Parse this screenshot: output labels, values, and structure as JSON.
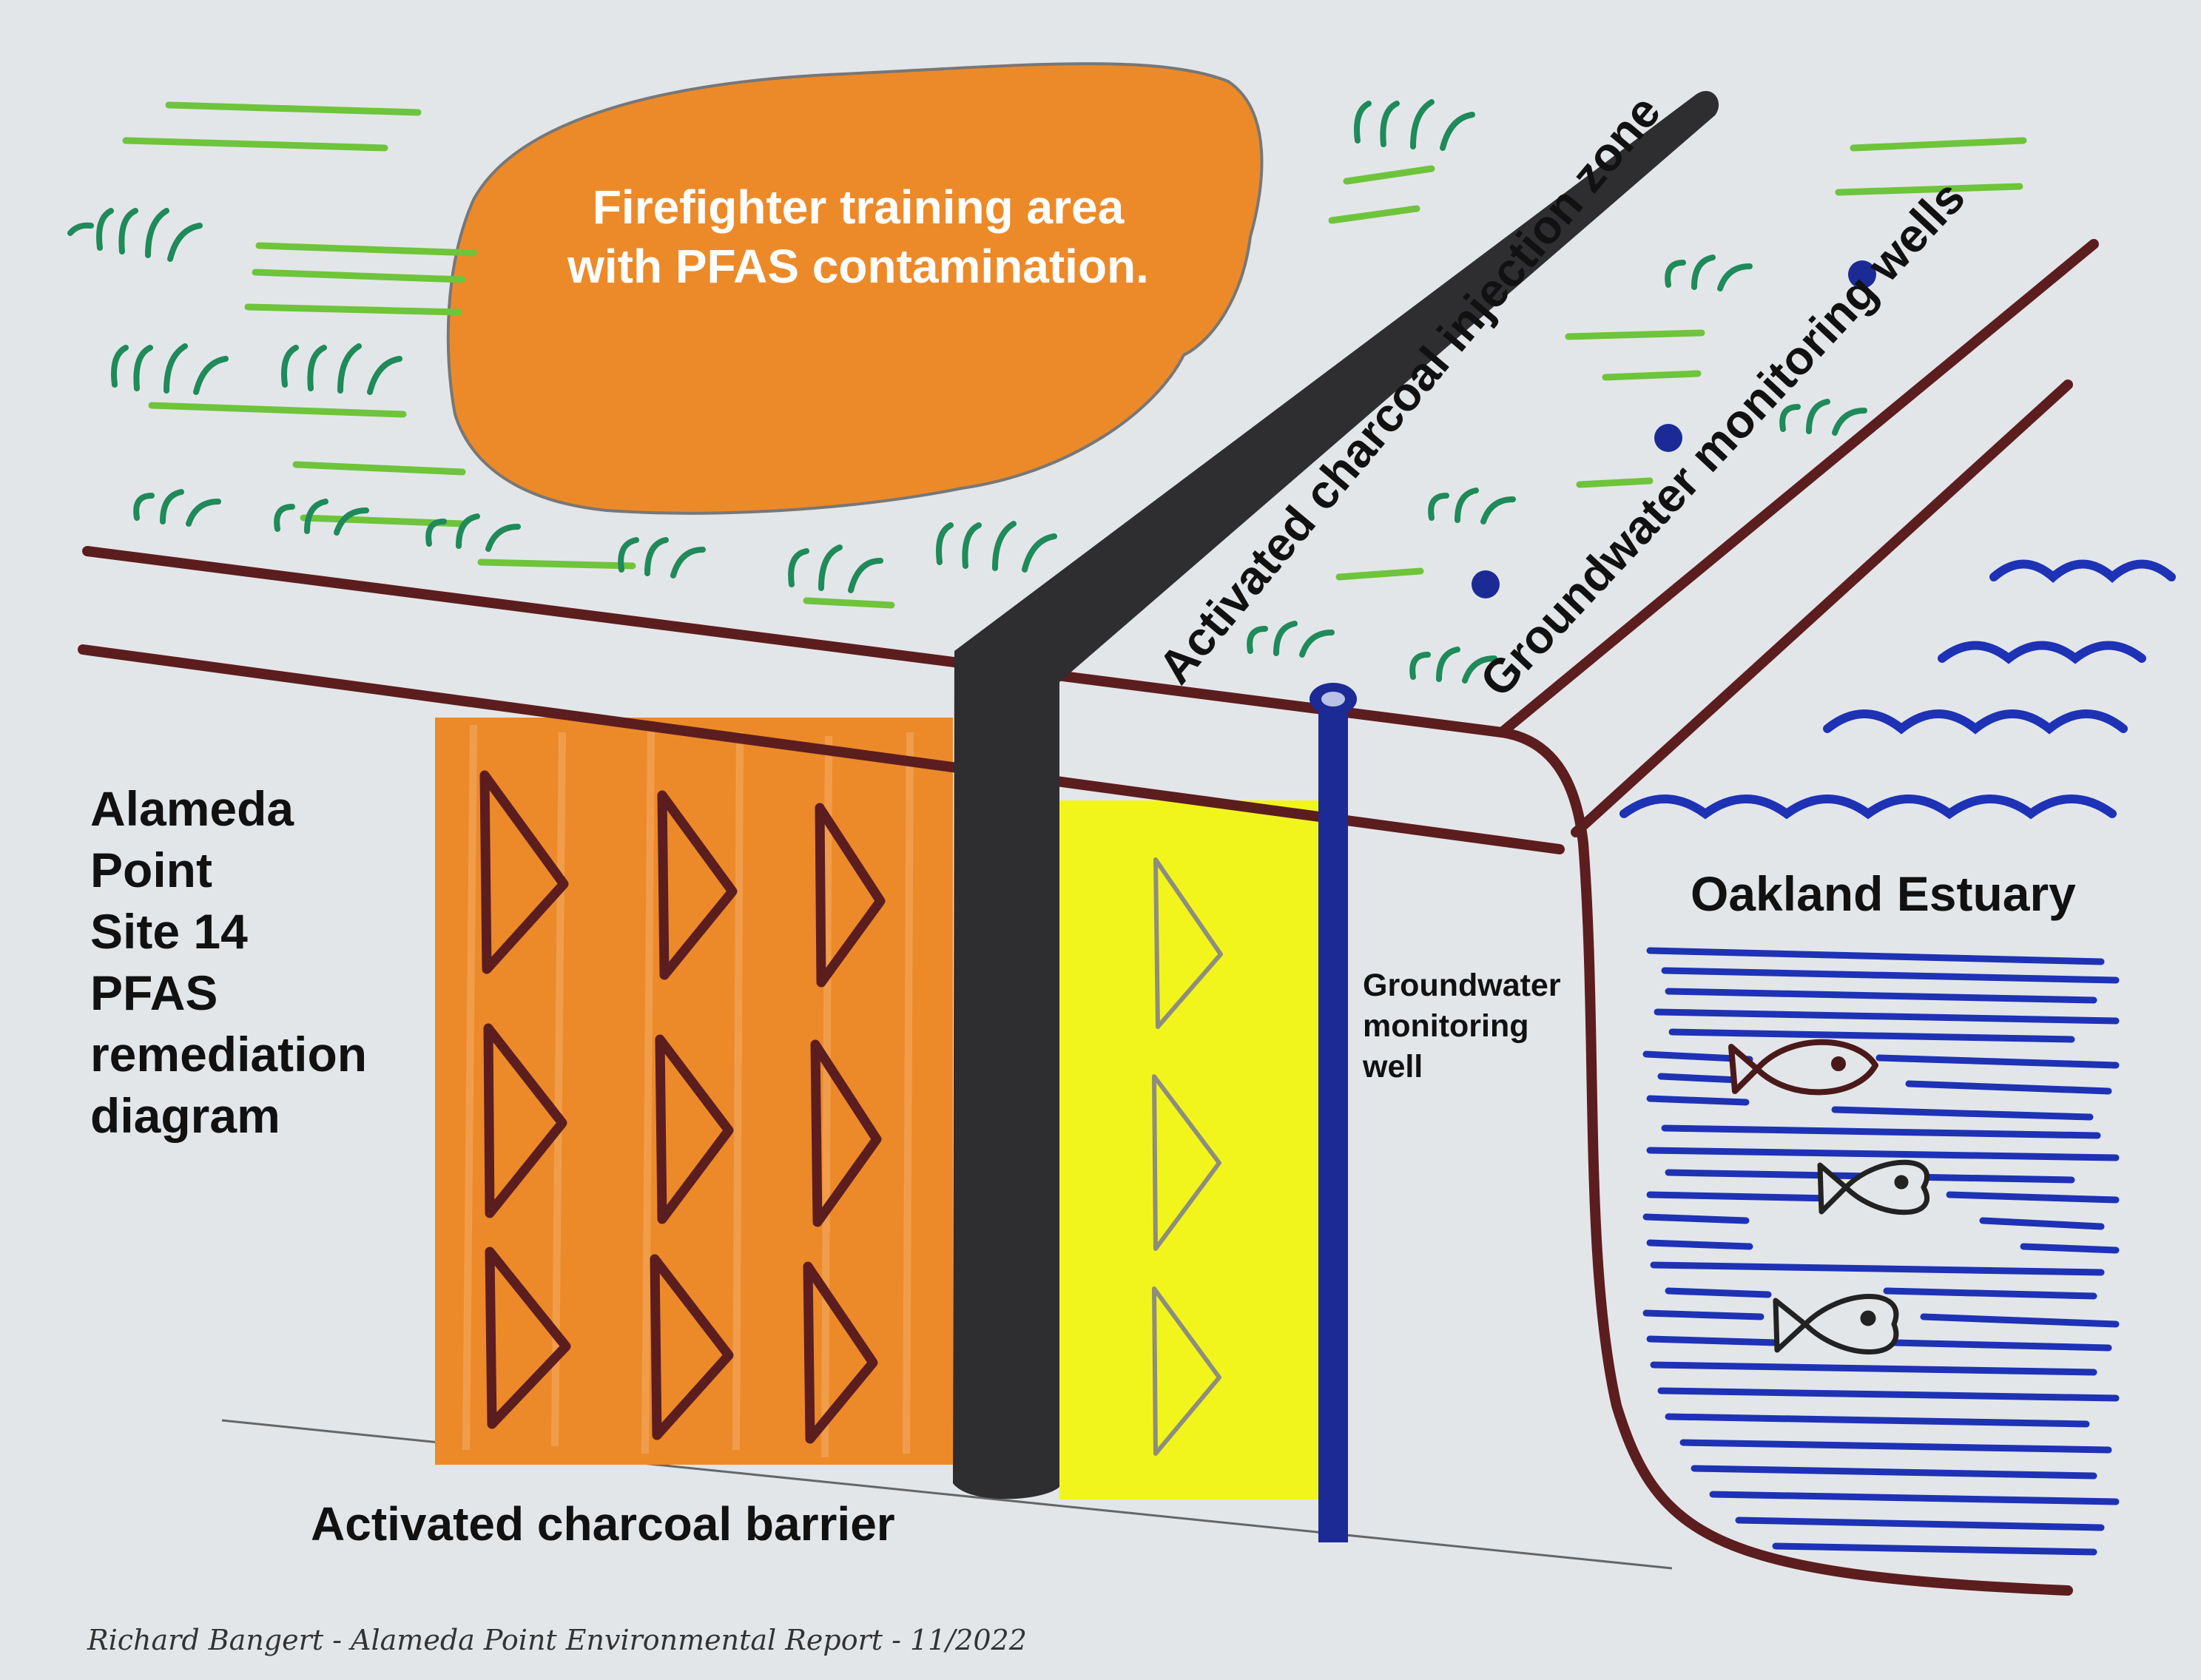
{
  "labels": {
    "fire_area": [
      "Firefighter training area",
      "with PFAS contamination."
    ],
    "title": [
      "Alameda",
      "Point",
      "Site 14",
      "PFAS",
      "remediation",
      "diagram"
    ],
    "barrier": "Activated charcoal barrier",
    "injection_zone": "Activated charcoal injection zone",
    "monitoring_wells": "Groundwater monitoring wells",
    "monitoring_well": [
      "Groundwater",
      "monitoring",
      "well"
    ],
    "estuary": "Oakland Estuary",
    "credit": "Richard Bangert - Alameda Point Environmental Report - 11/2022"
  },
  "colors": {
    "background": "#e3e6e9",
    "contamination_orange": "#ec8a2a",
    "charcoal": "#2e2e31",
    "barrier_yellow": "#f2f51c",
    "well_blue": "#1c2a96",
    "water_blue": "#1e32b5",
    "road_brown": "#5c1d1f",
    "grass_green": "#6ec43a",
    "grass_dark_green": "#1f8a5a",
    "label_white": "#ffffff",
    "label_black": "#111111"
  },
  "icons": [
    "grass-tuft-icon",
    "fish-icon",
    "wave-icon",
    "triangle-marker-icon",
    "well-dot-icon"
  ]
}
